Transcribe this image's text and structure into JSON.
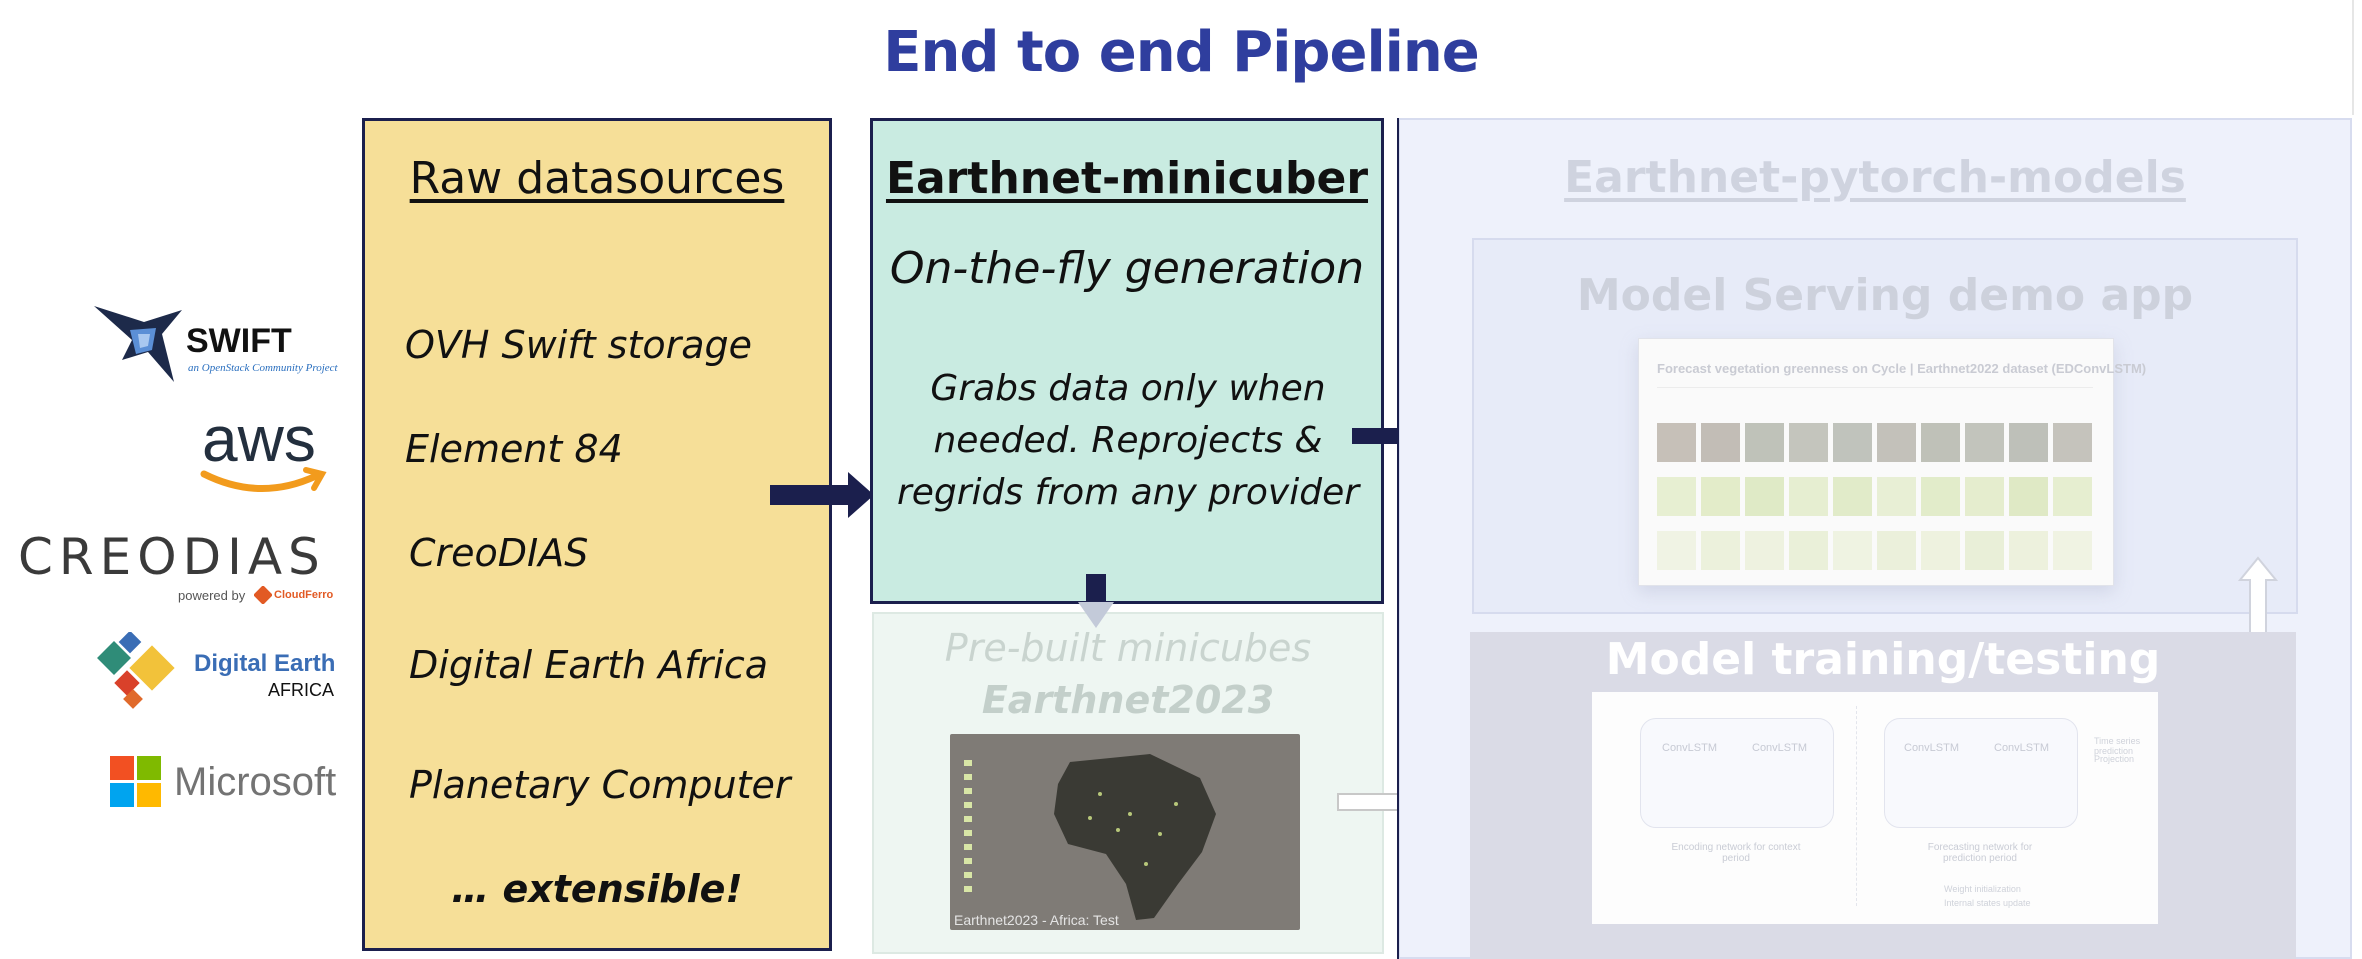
{
  "title": "End to end Pipeline",
  "raw": {
    "title": "Raw datasources",
    "items": [
      "OVH Swift storage",
      "Element 84",
      "CreoDIAS",
      "Digital Earth Africa",
      "Planetary Computer"
    ],
    "extensible": "… extensible!"
  },
  "logos": {
    "swift": {
      "name": "SWIFT",
      "tagline": "an OpenStack Community Project"
    },
    "aws": {
      "name": "aws"
    },
    "creodias": {
      "name": "CREODIAS",
      "powered": "powered by",
      "powered_brand": "CloudFerro"
    },
    "dea": {
      "line1": "Digital Earth",
      "line2": "AFRICA"
    },
    "microsoft": {
      "name": "Microsoft"
    }
  },
  "minicuber": {
    "title": "Earthnet-minicuber",
    "subtitle": "On-the-fly generation",
    "desc": [
      "Grabs data only when",
      "needed. Reprojects &",
      "regrids from any provider"
    ]
  },
  "prebuilt": {
    "line1": "Pre-built minicubes",
    "line2": "Earthnet2023",
    "map_label": "Earthnet2023 - Africa: Test"
  },
  "models": {
    "title": "Earthnet-pytorch-models",
    "serving_title": "Model Serving demo app",
    "screenshot_title": "Forecast vegetation greenness on Cycle | Earthnet2022 dataset (EDConvLSTM)",
    "training_title": "Model training/testing evaluation",
    "diagram": {
      "cell_label": "ConvLSTM",
      "encoding": "Encoding network for context period",
      "forecasting": "Forecasting network for prediction period",
      "weight": "Weight initialization",
      "internal": "Internal states update",
      "timeseries": "Time series prediction",
      "projection": "Projection"
    }
  },
  "colors": {
    "title": "#2f3e9e",
    "raw_bg": "#f6df98",
    "minicuber_bg": "#c9ebe1",
    "border": "#1b1f4d",
    "arrow": "#1b1f4d"
  }
}
